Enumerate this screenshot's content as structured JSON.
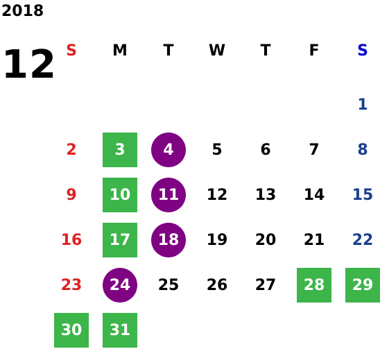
{
  "calendar": {
    "year": "2018",
    "month": "12",
    "weekdays": [
      "S",
      "M",
      "T",
      "W",
      "T",
      "F",
      "S"
    ],
    "weeks": [
      [
        null,
        null,
        null,
        null,
        null,
        null,
        {
          "day": "1",
          "mark": ""
        }
      ],
      [
        {
          "day": "2",
          "mark": ""
        },
        {
          "day": "3",
          "mark": "green"
        },
        {
          "day": "4",
          "mark": "purple"
        },
        {
          "day": "5",
          "mark": ""
        },
        {
          "day": "6",
          "mark": ""
        },
        {
          "day": "7",
          "mark": ""
        },
        {
          "day": "8",
          "mark": ""
        }
      ],
      [
        {
          "day": "9",
          "mark": ""
        },
        {
          "day": "10",
          "mark": "green"
        },
        {
          "day": "11",
          "mark": "purple"
        },
        {
          "day": "12",
          "mark": ""
        },
        {
          "day": "13",
          "mark": ""
        },
        {
          "day": "14",
          "mark": ""
        },
        {
          "day": "15",
          "mark": ""
        }
      ],
      [
        {
          "day": "16",
          "mark": ""
        },
        {
          "day": "17",
          "mark": "green"
        },
        {
          "day": "18",
          "mark": "purple"
        },
        {
          "day": "19",
          "mark": ""
        },
        {
          "day": "20",
          "mark": ""
        },
        {
          "day": "21",
          "mark": ""
        },
        {
          "day": "22",
          "mark": ""
        }
      ],
      [
        {
          "day": "23",
          "mark": ""
        },
        {
          "day": "24",
          "mark": "purple"
        },
        {
          "day": "25",
          "mark": ""
        },
        {
          "day": "26",
          "mark": ""
        },
        {
          "day": "27",
          "mark": ""
        },
        {
          "day": "28",
          "mark": "green"
        },
        {
          "day": "29",
          "mark": "green"
        }
      ],
      [
        {
          "day": "30",
          "mark": "green"
        },
        {
          "day": "31",
          "mark": "green"
        },
        null,
        null,
        null,
        null,
        null
      ]
    ]
  },
  "colors": {
    "sunday": "#dd2222",
    "saturday": "#1a3f8f",
    "green_mark": "#3cb54a",
    "purple_mark": "#7f0282"
  }
}
